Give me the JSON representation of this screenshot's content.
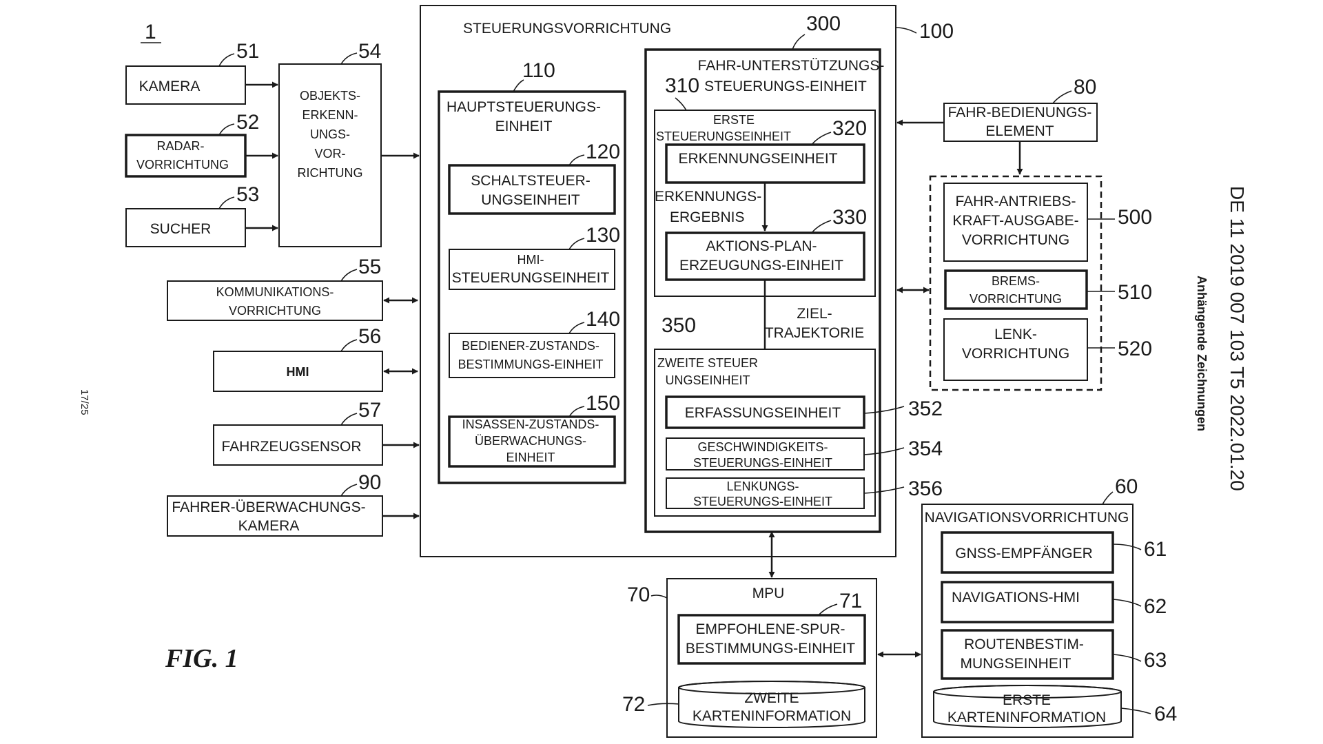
{
  "figure": {
    "label": "FIG. 1",
    "system_ref": "1",
    "page_number": "17/25",
    "side_doc_number": "DE 11 2019 007 103 T5   2022.01.20",
    "side_caption": "Anhängende Zeichnungen"
  },
  "inputs": {
    "kamera": {
      "label": "KAMERA",
      "ref": "51"
    },
    "radar": {
      "label_1": "RADAR-",
      "label_2": "VORRICHTUNG",
      "ref": "52"
    },
    "sucher": {
      "label": "SUCHER",
      "ref": "53"
    },
    "objekt": {
      "label_1": "OBJEKTS-",
      "label_2": "ERKENN-",
      "label_3": "UNGS-",
      "label_4": "VOR-",
      "label_5": "RICHTUNG",
      "ref": "54"
    },
    "kommunikation": {
      "label_1": "KOMMUNIKATIONS-",
      "label_2": "VORRICHTUNG",
      "ref": "55"
    },
    "hmi": {
      "label": "HMI",
      "ref": "56"
    },
    "fahrzeugsensor": {
      "label": "FAHRZEUGSENSOR",
      "ref": "57"
    },
    "fahrerkamera": {
      "label_1": "FAHRER-ÜBERWACHUNGS-",
      "label_2": "KAMERA",
      "ref": "90"
    }
  },
  "steuerung": {
    "title": "STEUERUNGSVORRICHTUNG",
    "ref": "100",
    "haupt": {
      "label_1": "HAUPTSTEUERUNGS-",
      "label_2": "EINHEIT",
      "ref": "110",
      "units": [
        {
          "line_1": "SCHALTSTEUER-",
          "line_2": "UNGSEINHEIT",
          "ref": "120"
        },
        {
          "line_1": "HMI-",
          "line_2": "STEUERUNGSEINHEIT",
          "ref": "130"
        },
        {
          "line_1": "BEDIENER-ZUSTANDS-",
          "line_2": "BESTIMMUNGS-EINHEIT",
          "ref": "140"
        },
        {
          "line_1": "INSASSEN-ZUSTANDS-",
          "line_2": "ÜBERWACHUNGS-",
          "line_3": "EINHEIT",
          "ref": "150"
        }
      ]
    },
    "fahrunterstuetzung": {
      "label_1": "FAHR-UNTERSTÜTZUNGS-",
      "label_2": "STEUERUNGS-EINHEIT",
      "ref": "300",
      "erste": {
        "label_1": "ERSTE",
        "label_2": "STEUERUNGSEINHEIT",
        "ref": "310",
        "erkennung": {
          "label": "ERKENNUNGSEINHEIT",
          "ref": "320"
        },
        "ergebnis_1": "ERKENNUNGS-",
        "ergebnis_2": "ERGEBNIS",
        "aktion": {
          "label_1": "AKTIONS-PLAN-",
          "label_2": "ERZEUGUNGS-EINHEIT",
          "ref": "330"
        }
      },
      "ziel_1": "ZIEL-",
      "ziel_2": "TRAJEKTORIE",
      "zweite": {
        "label_1": "ZWEITE STEUER",
        "label_2": "UNGSEINHEIT",
        "ref": "350",
        "erfassung": {
          "label": "ERFASSUNGSEINHEIT",
          "ref": "352"
        },
        "geschw": {
          "label_1": "GESCHWINDIGKEITS-",
          "label_2": "STEUERUNGS-EINHEIT",
          "ref": "354"
        },
        "lenkung": {
          "label_1": "LENKUNGS-",
          "label_2": "STEUERUNGS-EINHEIT",
          "ref": "356"
        }
      }
    }
  },
  "bedienelement": {
    "label_1": "FAHR-BEDIENUNGS-",
    "label_2": "ELEMENT",
    "ref": "80"
  },
  "outputs": {
    "antrieb": {
      "label_1": "FAHR-ANTRIEBS-",
      "label_2": "KRAFT-AUSGABE-",
      "label_3": "VORRICHTUNG",
      "ref": "500"
    },
    "brems": {
      "label_1": "BREMS-",
      "label_2": "VORRICHTUNG",
      "ref": "510"
    },
    "lenk": {
      "label_1": "LENK-",
      "label_2": "VORRICHTUNG",
      "ref": "520"
    }
  },
  "navigation": {
    "title": "NAVIGATIONSVORRICHTUNG",
    "ref": "60",
    "gnss": {
      "label": "GNSS-EMPFÄNGER",
      "ref": "61"
    },
    "navhmi": {
      "label": "NAVIGATIONS-HMI",
      "ref": "62"
    },
    "route": {
      "label_1": "ROUTENBESTIM-",
      "label_2": "MUNGSEINHEIT",
      "ref": "63"
    },
    "karte": {
      "label_1": "ERSTE",
      "label_2": "KARTENINFORMATION",
      "ref": "64"
    }
  },
  "mpu": {
    "title": "MPU",
    "ref": "70",
    "spur": {
      "label_1": "EMPFOHLENE-SPUR-",
      "label_2": "BESTIMMUNGS-EINHEIT",
      "ref": "71"
    },
    "karte": {
      "label_1": "ZWEITE",
      "label_2": "KARTENINFORMATION",
      "ref": "72"
    }
  }
}
